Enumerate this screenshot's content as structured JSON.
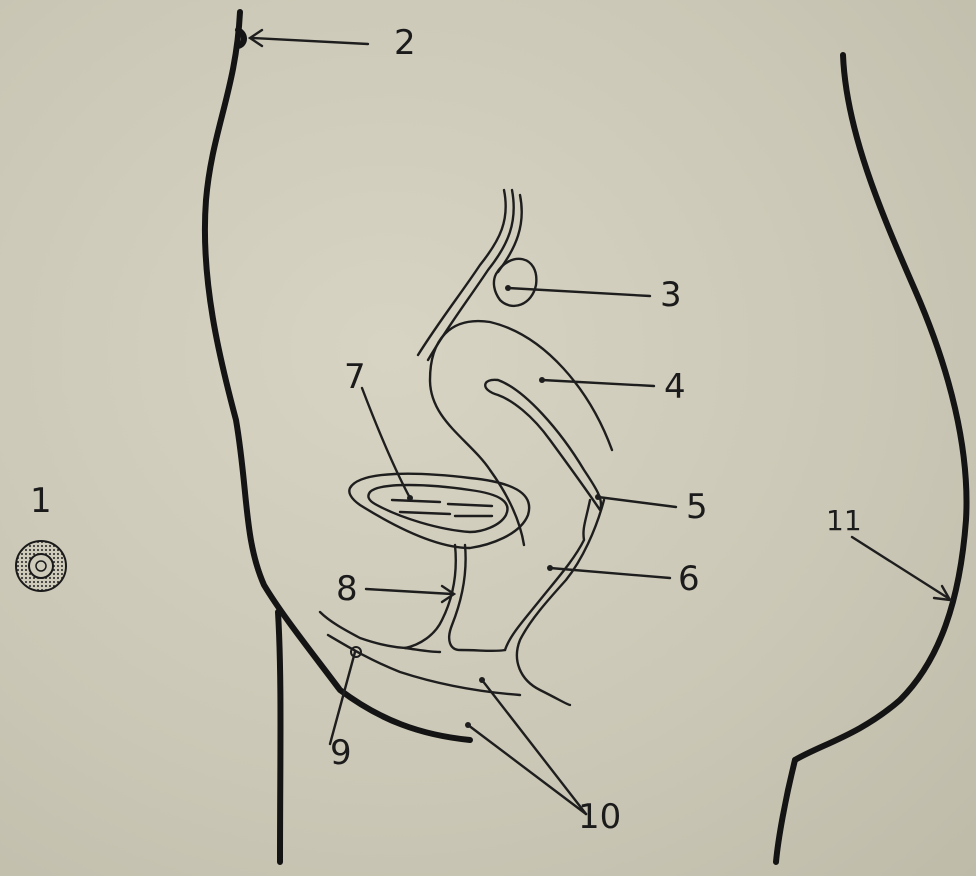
{
  "labels": {
    "l1": "1",
    "l2": "2",
    "l3": "3",
    "l4": "4",
    "l5": "5",
    "l6": "6",
    "l7": "7",
    "l8": "8",
    "l9": "9",
    "l10": "10",
    "l11": "11"
  },
  "colors": {
    "background": "#cfcbbb",
    "ink": "#141414"
  }
}
